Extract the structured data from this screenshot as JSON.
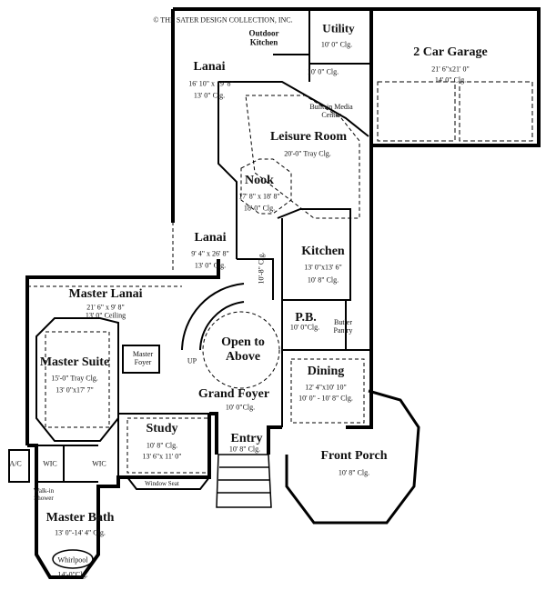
{
  "copyright": "© THE SATER DESIGN COLLECTION, INC.",
  "rooms": {
    "outdoor_kitchen": {
      "name": "Outdoor Kitchen"
    },
    "utility": {
      "name": "Utility",
      "ceiling": "10' 0\" Clg."
    },
    "hall_upper": {
      "ceiling": "10' 0\" Clg."
    },
    "garage": {
      "name": "2 Car Garage",
      "size": "21' 6\"x21' 0\"",
      "ceiling": "14' 0\" Clg."
    },
    "lanai_upper": {
      "name": "Lanai",
      "size": "16' 10\" x 19' 8\"",
      "ceiling": "13' 0\" Clg."
    },
    "media": {
      "name": "Built-in Media Center"
    },
    "leisure": {
      "name": "Leisure Room",
      "ceiling": "20'-0\" Tray Clg."
    },
    "nook": {
      "name": "Nook",
      "size": "17' 8\" x 18' 8\"",
      "ceiling": "18' 0\" Clg."
    },
    "lanai_lower": {
      "name": "Lanai",
      "size": "9' 4\" x 26' 8\"",
      "ceiling": "13' 0\" Clg."
    },
    "gallery": {
      "ceiling": "10'-8\" Clg."
    },
    "kitchen": {
      "name": "Kitchen",
      "size": "13' 0\"x13' 6\"",
      "ceiling": "10' 8\" Clg."
    },
    "master_lanai": {
      "name": "Master Lanai",
      "size": "21' 6\" x 9' 8\"",
      "ceiling": "13' 0\" Ceiling"
    },
    "pb": {
      "name": "P.B.",
      "ceiling": "10' 0\"Clg."
    },
    "butler": {
      "name": "Butler Pantry"
    },
    "open": {
      "name": "Open to Above"
    },
    "up": {
      "name": "UP"
    },
    "master_suite": {
      "name": "Master Suite",
      "ceiling": "15'-0\" Tray Clg.",
      "size": "13' 0\"x17' 7\""
    },
    "master_foyer": {
      "name": "Master Foyer"
    },
    "dining": {
      "name": "Dining",
      "size": "12' 4\"x10' 10\"",
      "ceiling": "10' 0\" - 10' 8\" Clg."
    },
    "grand_foyer": {
      "name": "Grand Foyer",
      "ceiling": "10' 0\"Clg."
    },
    "study": {
      "name": "Study",
      "ceiling": "10' 8\" Clg.",
      "size": "13' 6\"x 11' 0\""
    },
    "entry": {
      "name": "Entry",
      "ceiling": "10' 8\" Clg."
    },
    "front_porch": {
      "name": "Front Porch",
      "ceiling": "10' 8\" Clg."
    },
    "window_seat": {
      "name": "Window Seat"
    },
    "ac": {
      "name": "A/C"
    },
    "wic_left": {
      "name": "WIC"
    },
    "wic_right": {
      "name": "WIC"
    },
    "shower": {
      "name": "Walk-in Shower"
    },
    "master_bath": {
      "name": "Master Bath",
      "ceiling": "13' 0\"-14' 4\" Clg."
    },
    "whirlpool": {
      "name": "Whirlpool",
      "ceiling": "14'-0\"Clg."
    }
  }
}
